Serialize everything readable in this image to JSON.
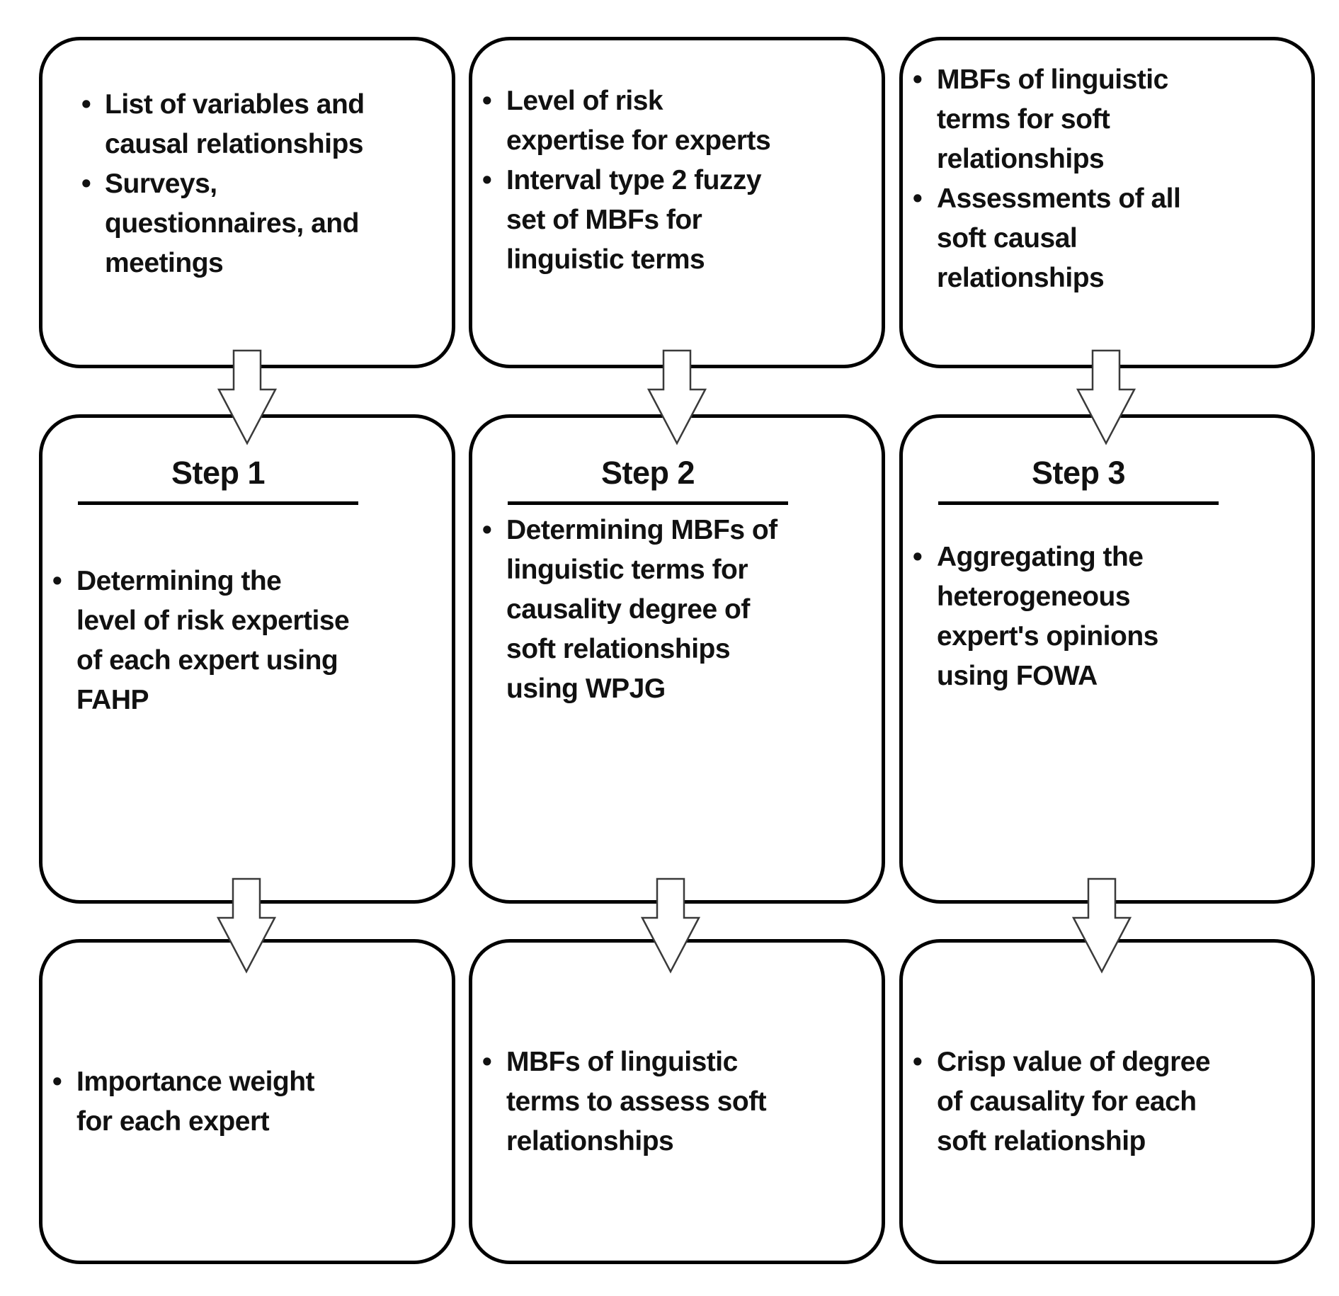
{
  "figure": {
    "bullet_glyph": "•",
    "colors": {
      "background": "#ffffff",
      "box_border": "#000000",
      "box_fill": "#ffffff",
      "text": "#111111",
      "arrow_fill": "#ffffff",
      "arrow_outline": "#3a3a3a"
    },
    "columns": [
      {
        "input": {
          "bullets": [
            "List of variables and\ncausal relationships",
            "Surveys,\nquestionnaires, and\nmeetings"
          ]
        },
        "step": {
          "title": "Step 1",
          "bullets": [
            "Determining the\nlevel of risk expertise\nof each expert using\nFAHP"
          ]
        },
        "output": {
          "bullets": [
            "Importance weight\nfor each expert"
          ]
        }
      },
      {
        "input": {
          "bullets": [
            "Level of risk\nexpertise for experts",
            "Interval type 2 fuzzy\nset of MBFs for\nlinguistic terms"
          ]
        },
        "step": {
          "title": "Step 2",
          "bullets": [
            "Determining MBFs of\nlinguistic terms for\ncausality degree of\nsoft relationships\nusing WPJG"
          ]
        },
        "output": {
          "bullets": [
            "MBFs of linguistic\nterms to assess soft\nrelationships"
          ]
        }
      },
      {
        "input": {
          "bullets": [
            "MBFs of linguistic\nterms for soft\nrelationships",
            "Assessments of all\nsoft causal\nrelationships"
          ]
        },
        "step": {
          "title": "Step 3",
          "bullets": [
            "Aggregating the\nheterogeneous\nexpert's opinions\nusing FOWA"
          ]
        },
        "output": {
          "bullets": [
            "Crisp value of degree\nof causality for each\nsoft relationship"
          ]
        }
      }
    ]
  }
}
